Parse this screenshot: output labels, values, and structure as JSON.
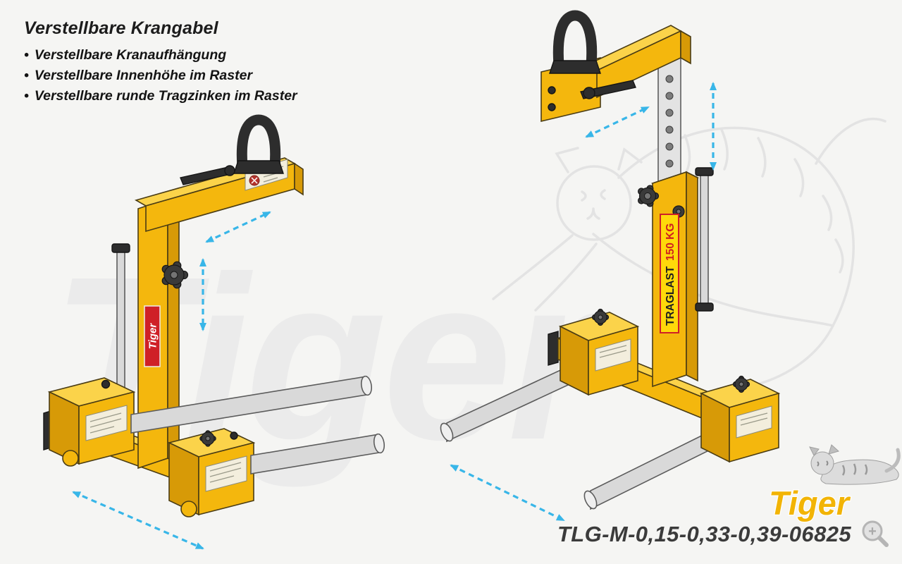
{
  "header": {
    "title": "Verstellbare Krangabel",
    "bullet_marker": "•",
    "bullets": [
      "Verstellbare Kranaufhängung",
      "Verstellbare Innenhöhe im Raster",
      "Verstellbare runde Tragzinken im Raster"
    ]
  },
  "watermark": {
    "brand_text": "Tiger"
  },
  "left_unit": {
    "mast_label": "Tiger"
  },
  "right_unit": {
    "capacity_label": "TRAGLAST",
    "capacity_value": "150 KG"
  },
  "footer": {
    "product_code": "TLG-M-0,15-0,33-0,39-06825",
    "brand": "Tiger",
    "zoom_glyph": "+"
  },
  "colors": {
    "machine_yellow": "#F4B70D",
    "machine_yellow_dark": "#D79A07",
    "arrow_cyan": "#38B6E8",
    "label_red": "#CF2027",
    "brand_yellow": "#F2B405",
    "text_dark": "#1C1C1C"
  }
}
